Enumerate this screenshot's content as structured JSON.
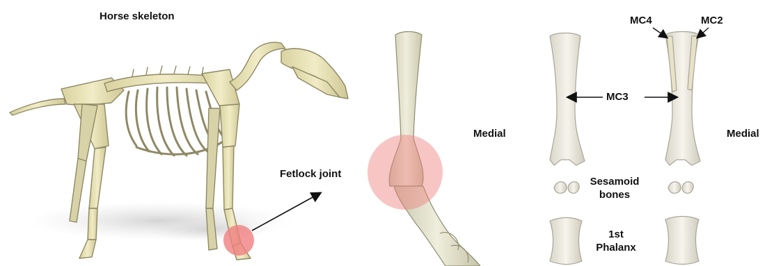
{
  "title": "Horse skeleton",
  "labels": {
    "fetlock_joint": "Fetlock joint",
    "medial_left": "Medial",
    "medial_right": "Medial",
    "mc4": "MC4",
    "mc2": "MC2",
    "mc3": "MC3",
    "sesamoid_bones": "Sesamoid\nbones",
    "first_phalanx": "1st\nPhalanx"
  },
  "colors": {
    "bone": "#ece7b9",
    "bone_outline": "#8e8864",
    "bone_pale": "#f1eee2",
    "highlight": "#f07f7f",
    "shadow": "#d4d4d4",
    "text": "#111111"
  }
}
